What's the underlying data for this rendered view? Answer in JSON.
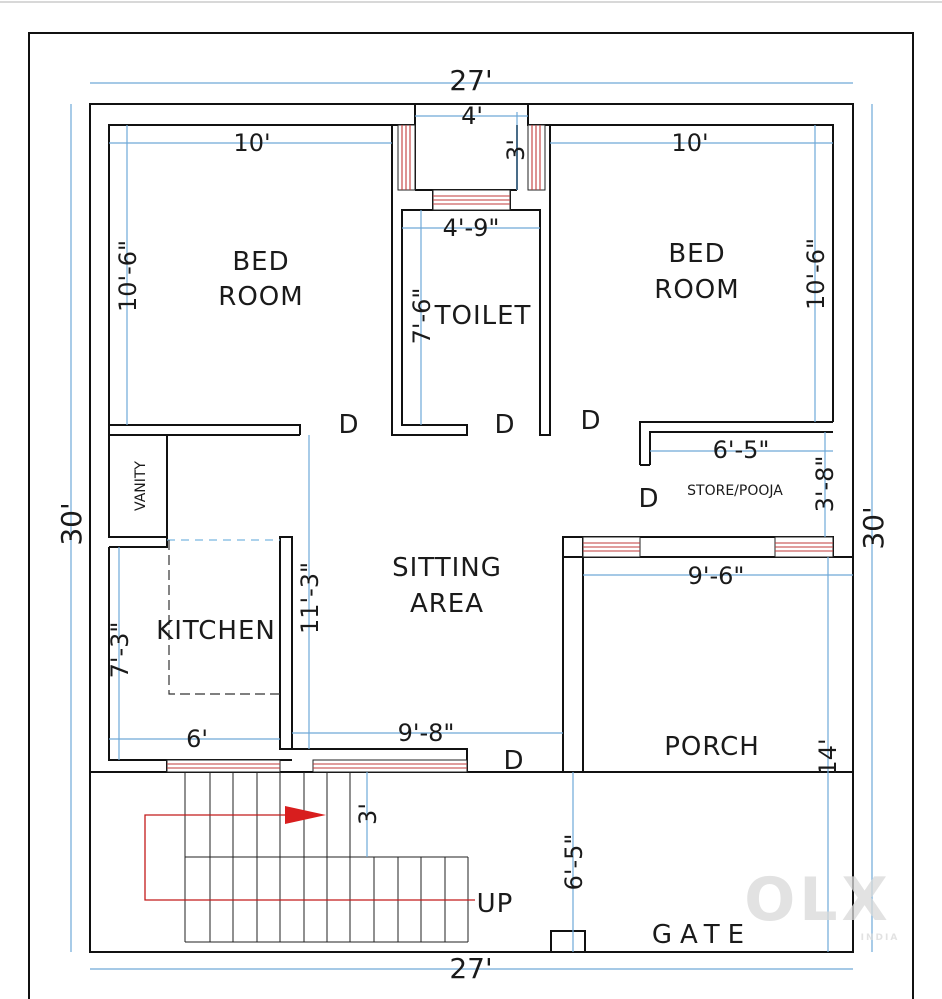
{
  "rooms": {
    "bedroom_left": [
      "BED",
      "ROOM"
    ],
    "bedroom_right": [
      "BED",
      "ROOM"
    ],
    "toilet": "TOILET",
    "vanity": "VANITY",
    "store": "STORE/POOJA",
    "sitting": [
      "SITTING",
      "AREA"
    ],
    "kitchen": "KITCHEN",
    "porch": "PORCH",
    "gate": "GATE",
    "stairs_up": "UP"
  },
  "doors": [
    "D",
    "D",
    "D",
    "D",
    "D"
  ],
  "dimensions": {
    "overall_width_top": "27'",
    "overall_width_bottom": "27'",
    "overall_depth_left": "30'",
    "overall_depth_right": "30'",
    "passage_width": "4'",
    "passage_depth": "3'",
    "bedroom_left_width": "10'",
    "bedroom_left_depth": "10'-6\"",
    "bedroom_right_width": "10'",
    "bedroom_right_depth": "10'-6\"",
    "toilet_width": "4'-9\"",
    "toilet_depth": "7'-6\"",
    "store_width": "6'-5\"",
    "store_depth": "3'-8\"",
    "sitting_depth": "11'-3\"",
    "sitting_width": "9'-8\"",
    "porch_width": "9'-6\"",
    "porch_depth": "14'",
    "kitchen_depth": "7'-3\"",
    "kitchen_width": "6'",
    "stair_gap": "3'",
    "front_gap": "6'-5\""
  },
  "watermark": {
    "logo": "OLX",
    "subtext": "INDIA"
  },
  "colors": {
    "dimension_line": "#6fa9d8",
    "wall": "#111111",
    "window_mark": "#c23a3a",
    "arrow": "#d81e1e"
  }
}
